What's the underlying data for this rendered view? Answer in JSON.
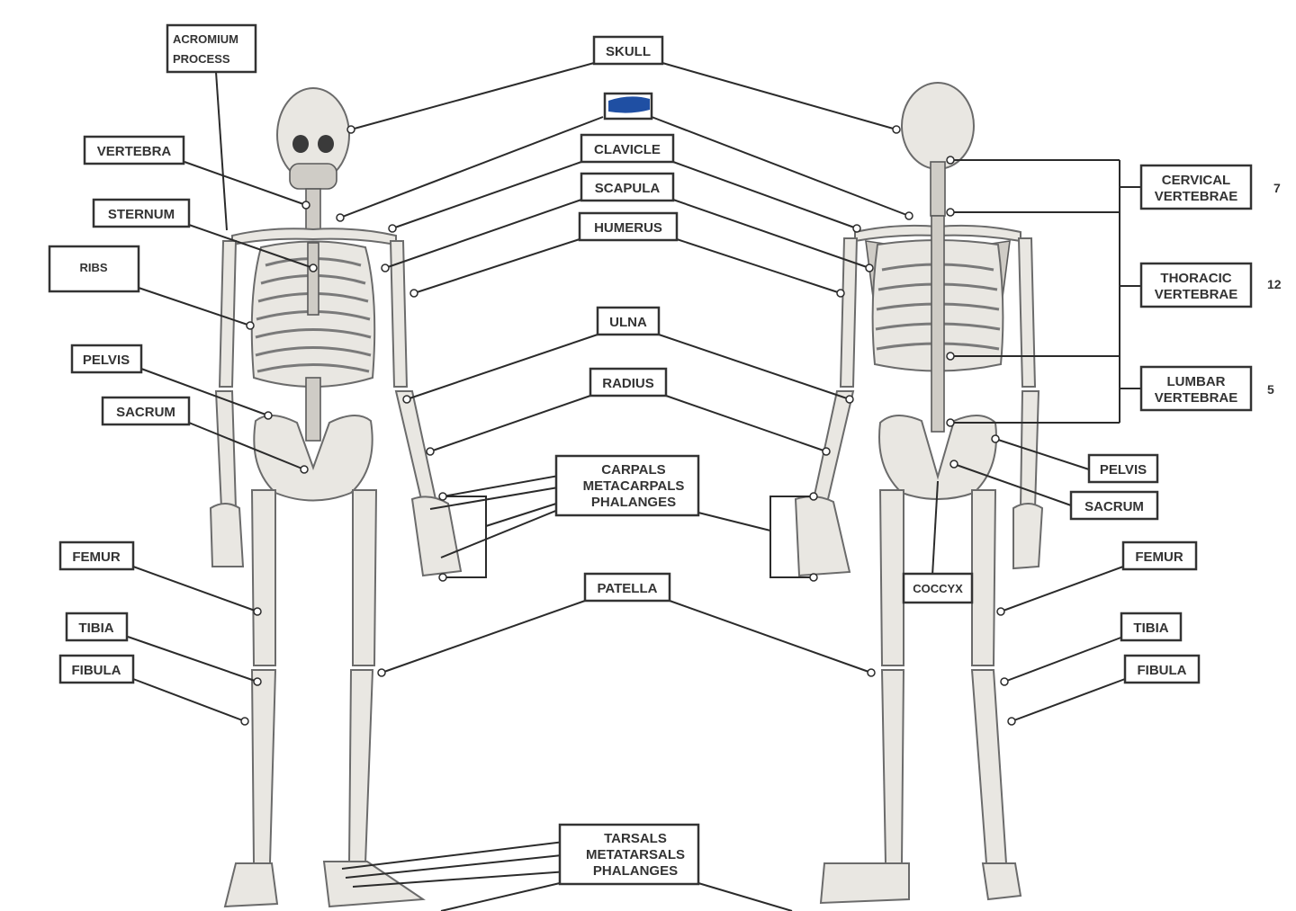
{
  "labels": {
    "acromium_process_1": "ACROMIUM",
    "acromium_process_2": "PROCESS",
    "vertebra": "VERTEBRA",
    "sternum": "STERNUM",
    "ribs": "RIBS",
    "pelvis_left": "PELVIS",
    "sacrum_left": "SACRUM",
    "femur_left": "FEMUR",
    "tibia_left": "TIBIA",
    "fibula_left": "FIBULA",
    "skull": "SKULL",
    "clavicle": "CLAVICLE",
    "scapula": "SCAPULA",
    "humerus": "HUMERUS",
    "ulna": "ULNA",
    "radius": "RADIUS",
    "carpals": "CARPALS",
    "metacarpals": "METACARPALS",
    "hand_phalanges": "PHALANGES",
    "patella": "PATELLA",
    "tarsals": "TARSALS",
    "metatarsals": "METATARSALS",
    "foot_phalanges": "PHALANGES",
    "cervical_1": "CERVICAL",
    "cervical_2": "VERTEBRAE",
    "thoracic_1": "THORACIC",
    "thoracic_2": "VERTEBRAE",
    "lumbar_1": "LUMBAR",
    "lumbar_2": "VERTEBRAE",
    "pelvis_right": "PELVIS",
    "sacrum_right": "SACRUM",
    "coccyx": "COCCYX",
    "femur_right": "FEMUR",
    "tibia_right": "TIBIA",
    "fibula_right": "FIBULA"
  },
  "counts": {
    "cervical": "7",
    "thoracic": "12",
    "lumbar": "5"
  },
  "colors": {
    "redaction": "#1f4fa3"
  }
}
